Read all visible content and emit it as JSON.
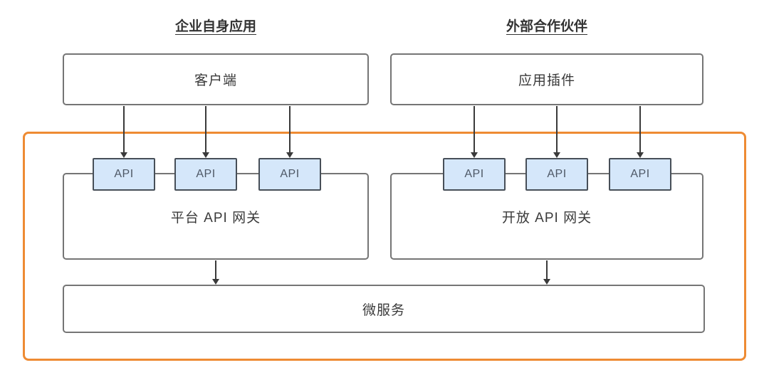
{
  "diagram": {
    "left_group": {
      "title": "企业自身应用",
      "app_box": "客户端",
      "gateway": "平台 API 网关",
      "apis": [
        "API",
        "API",
        "API"
      ]
    },
    "right_group": {
      "title": "外部合作伙伴",
      "app_box": "应用插件",
      "gateway": "开放 API 网关",
      "apis": [
        "API",
        "API",
        "API"
      ]
    },
    "shared": {
      "bottom_box": "微服务"
    },
    "colors": {
      "highlight_border": "#EE8B33",
      "box_border": "#757575",
      "api_fill": "#D5E7FA",
      "api_border": "#474F58",
      "arrow": "#3A3A3A",
      "text": "#333333"
    }
  }
}
